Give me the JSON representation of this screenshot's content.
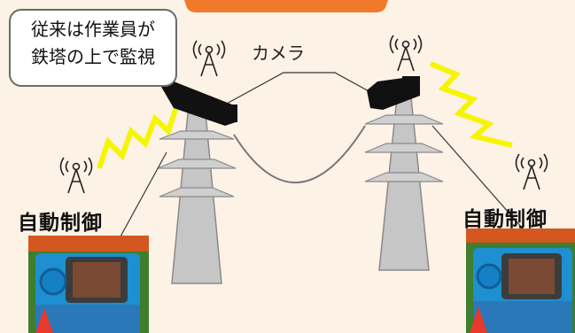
{
  "callout": {
    "line1": "従来は作業員が",
    "line2": "鉄塔の上で監視"
  },
  "camera_label": "カメラ",
  "auto_control_left": "自動制御",
  "auto_control_right": "自動制御",
  "icons": [
    "antenna-icon",
    "camera",
    "winch-machine",
    "signal-zigzag"
  ],
  "colors": {
    "background": "#fdf2e6",
    "banner": "#f07a2a",
    "tower": "#c4c4c4",
    "signal": "#f5f500",
    "winch": "#1e8fd0",
    "camera": "#111111"
  }
}
